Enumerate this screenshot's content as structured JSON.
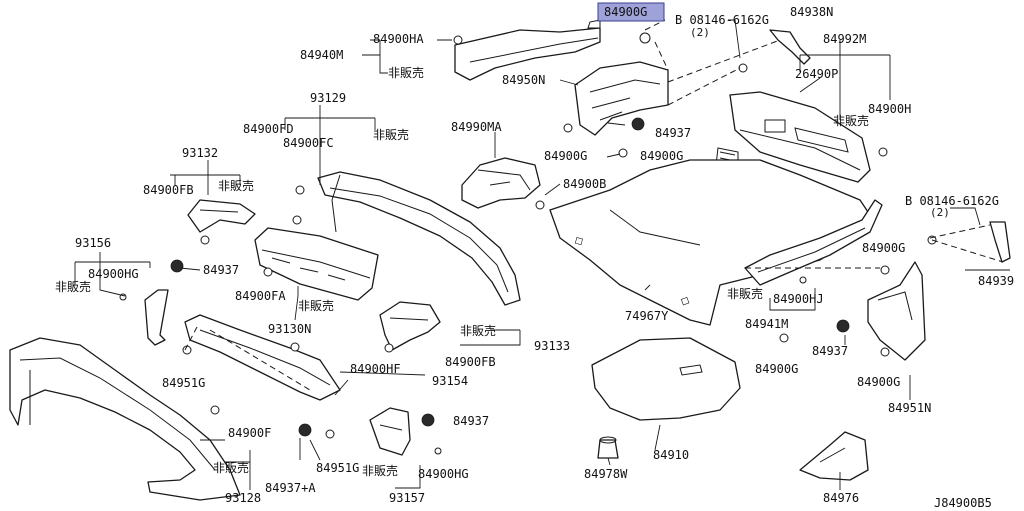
{
  "diagram_id": "J84900B5",
  "labels": {
    "p84900G_highlight": "84900G",
    "p08146_top": "B 08146-6162G",
    "p08146_top_qty": "(2)",
    "p84938N": "84938N",
    "p84992M": "84992M",
    "p84900HA": "84900HA",
    "p84940M": "84940M",
    "hihanbai_1": "非販売",
    "p84950N": "84950N",
    "p26490P": "26490P",
    "p84900H": "84900H",
    "p93129": "93129",
    "p84990MA": "84990MA",
    "p84937_a": "84937",
    "hihanbai_2": "非販売",
    "p84900FD": "84900FD",
    "hihanbai_3": "非販売",
    "p84900FC": "84900FC",
    "p84900G_a": "84900G",
    "p84900G_b": "84900G",
    "p93132": "93132",
    "p84900B": "84900B",
    "p84900FB_a": "84900FB",
    "hihanbai_4": "非販売",
    "p08146_right": "B 08146-6162G",
    "p08146_right_qty": "(2)",
    "p93156": "93156",
    "p84900HG_a": "84900HG",
    "p84937_b": "84937",
    "hihanbai_5": "非販売",
    "p84900G_c": "84900G",
    "p84939": "84939",
    "p84900FA": "84900FA",
    "hihanbai_6": "非販売",
    "p74967Y": "74967Y",
    "hihanbai_7": "非販売",
    "p84900HJ": "84900HJ",
    "p93130N": "93130N",
    "hihanbai_8": "非販売",
    "p93133": "93133",
    "p84941M": "84941M",
    "p84900FB_b": "84900FB",
    "p84937_c": "84937",
    "p84900G_d": "84900G",
    "p84951G_a": "84951G",
    "p84900HF": "84900HF",
    "p93154": "93154",
    "p84900G_e": "84900G",
    "p84951N": "84951N",
    "p84937_d": "84937",
    "p84900F": "84900F",
    "p84910": "84910",
    "hihanbai_9": "非販売",
    "p84951G_b": "84951G",
    "hihanbai_10": "非販売",
    "p84900HG_b": "84900HG",
    "p84937A": "84937+A",
    "p84978W": "84978W",
    "p84976": "84976",
    "p93128": "93128",
    "p93157": "93157",
    "footer_code": "J84900B5"
  },
  "colors": {
    "highlight_fill": "#9fa2d9",
    "line": "#1a1a1a"
  }
}
